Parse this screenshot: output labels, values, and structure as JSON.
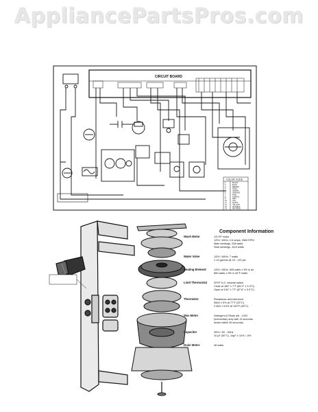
{
  "watermark": "AppliancePartsPros.com",
  "diagram": {
    "circuit_board_label": "CIRCUIT BOARD",
    "component_info": {
      "title": "Component Information",
      "rows": [
        {
          "name": "Wash Motor",
          "lines": [
            "1/3 HP motor",
            "120V / 60Hz, 2.6 amps, 3360 RPM",
            "Main windings, 208 watts",
            "Start windings, 1115 watts"
          ]
        },
        {
          "name": "Water Valve",
          "lines": [
            "120V / 60Hz, 7 watts",
            "1.13 gal/min @ 20 - 120 psi"
          ]
        },
        {
          "name": "Heating Element",
          "lines": [
            "120V / 60Hz, 695 watts ± 5% in air",
            "850 watts ± 5% in 40°F water"
          ]
        },
        {
          "name": "Limit Thermostat",
          "lines": [
            "SPST N.C. bimetal switch",
            "Close at 185° ± 7°F (85.0° ± 3.9°C)",
            "Open at 190° ± 7°F (87.8° ± 3.9°C)"
          ]
        },
        {
          "name": "Thermistor",
          "lines": [
            "Resistance and tolerance:",
            "50kΩ ± 5% at 77°F (25°C)",
            "2.4kΩ ± 5.5% at 140°F (60°C)"
          ]
        },
        {
          "name": "Wax Motor",
          "lines": [
            "Detergent & Rinse aid - 120V",
            "(momentary duty with 15 seconds",
            "stroke within 45 seconds)"
          ]
        },
        {
          "name": "Capacitor",
          "lines": [
            "300V / 50 - 60Hz",
            "10 µF (50°C), 10µF ± 10% / -5%"
          ]
        },
        {
          "name": "Drain Motor",
          "lines": [
            "48 watts"
          ]
        }
      ]
    },
    "color_codes": {
      "header": "COLOR CODE",
      "rows": [
        [
          "1",
          "BLACK"
        ],
        [
          "2",
          "BLUE"
        ],
        [
          "3",
          "BROWN"
        ],
        [
          "4",
          "GRAY"
        ],
        [
          "5",
          "GREEN"
        ],
        [
          "6",
          "ORANGE"
        ],
        [
          "7",
          "PINK"
        ],
        [
          "8",
          "PURPLE"
        ],
        [
          "9",
          "RED"
        ],
        [
          "10",
          "TAN"
        ],
        [
          "11",
          "WHITE"
        ],
        [
          "12",
          "YELLOW"
        ],
        [
          "13",
          "WHT/BLK"
        ],
        [
          "14",
          "WHT/RED"
        ]
      ]
    }
  }
}
